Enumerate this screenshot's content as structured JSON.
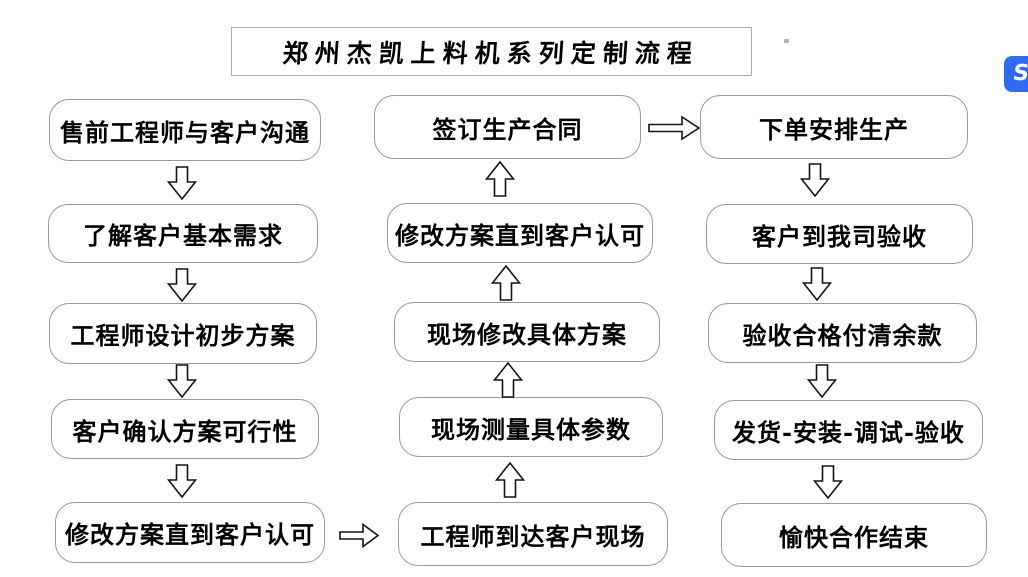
{
  "title": "郑州杰凯上料机系列定制流程",
  "flow": {
    "left": [
      "售前工程师与客户沟通",
      "了解客户基本需求",
      "工程师设计初步方案",
      "客户确认方案可行性",
      "修改方案直到客户认可"
    ],
    "middle": [
      "签订生产合同",
      "修改方案直到客户认可",
      "现场修改具体方案",
      "现场测量具体参数",
      "工程师到达客户现场"
    ],
    "right": [
      "下单安排生产",
      "客户到我司验收",
      "验收合格付清余款",
      "发货-安装-调试-验收",
      "愉快合作结束"
    ]
  },
  "icons": {
    "floating_badge_glyph": "S"
  },
  "colors": {
    "background": "#ffffff",
    "box_border": "#9b9b9b",
    "text": "#000000",
    "arrow_stroke": "#141414",
    "badge_blue": "#2e6bf2"
  }
}
